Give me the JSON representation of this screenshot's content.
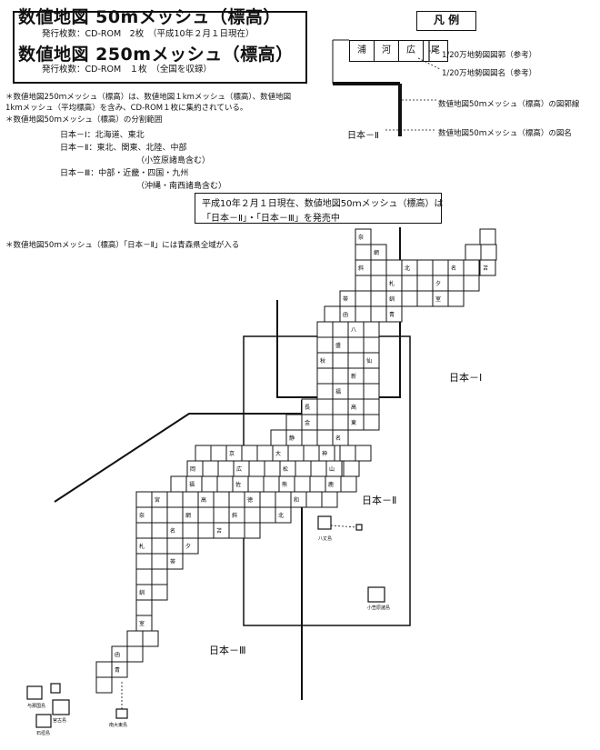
{
  "header": {
    "title1": "数値地図 50mメッシュ（標高）",
    "sub1": "発行枚数：CD-ROM　2枚　（平成10年２月１日現在）",
    "title2": "数値地図 250mメッシュ（標高）",
    "sub2": "発行枚数：CD-ROM　１枚　（全国を収録）"
  },
  "legend": {
    "title": "凡 例",
    "cells": [
      "浦",
      "河",
      "広",
      "尾"
    ],
    "label_sheet": "1/20万地勢図図郭（参考）",
    "label_name": "1/20万地勢図図名（参考）",
    "label_frame": "数値地図50ｍメッシュ（標高）の図郭線",
    "sample_name": "日本－Ⅱ",
    "label_volname": "数値地図50ｍメッシュ（標高）の図名"
  },
  "notes": {
    "n1_line1": "＊数値地図250ｍメッシュ（標高）は、数値地図１kmメッシュ（標高）、数値地図",
    "n1_line2": "1kmメッシュ（平均標高）を含み、CD-ROM１枚に集約されている。",
    "division_title": "＊数値地図50ｍメッシュ（標高）の分割範囲",
    "div1_name": "日本－Ⅰ",
    "div1_area": "：北海道、東北",
    "div2_name": "日本－Ⅱ",
    "div2_area": "：東北、関東、北陸、中部",
    "div2_sub": "（小笠原諸島含む）",
    "div3_name": "日本－Ⅲ",
    "div3_area": "：中部・近畿・四国・九州",
    "div3_sub": "（沖縄・南西諸島含む）",
    "avail_line1": "平成10年２月１日現在、数値地図50ｍメッシュ（標高）は",
    "avail_line2": "「日本－Ⅱ」・「日本－Ⅲ」を発売中",
    "n2": "＊数値地図50ｍメッシュ（標高）「日本－Ⅱ」には青森県全域が入る"
  },
  "map": {
    "region1": "日本－Ⅰ",
    "region2": "日本－Ⅱ",
    "region3": "日本－Ⅲ",
    "ogasawara": "八丈島",
    "ogasawara2": "小笠原諸島",
    "nansei": "与那国島",
    "nansei2": "宮古島",
    "nansei3": "石垣島",
    "daito": "南大東島",
    "sheet_names": [
      "奈",
      "網",
      "斜",
      "北",
      "名",
      "苫",
      "札",
      "夕",
      "帯",
      "釧",
      "室",
      "函",
      "青",
      "八",
      "盛",
      "秋",
      "仙",
      "新",
      "福",
      "長",
      "高",
      "金",
      "東",
      "静",
      "名",
      "京",
      "大",
      "神",
      "岡",
      "広",
      "松",
      "山",
      "福",
      "佐",
      "熊",
      "鹿",
      "宮",
      "高",
      "徳",
      "和"
    ],
    "colors": {
      "ink": "#111111",
      "paper": "#ffffff"
    }
  }
}
